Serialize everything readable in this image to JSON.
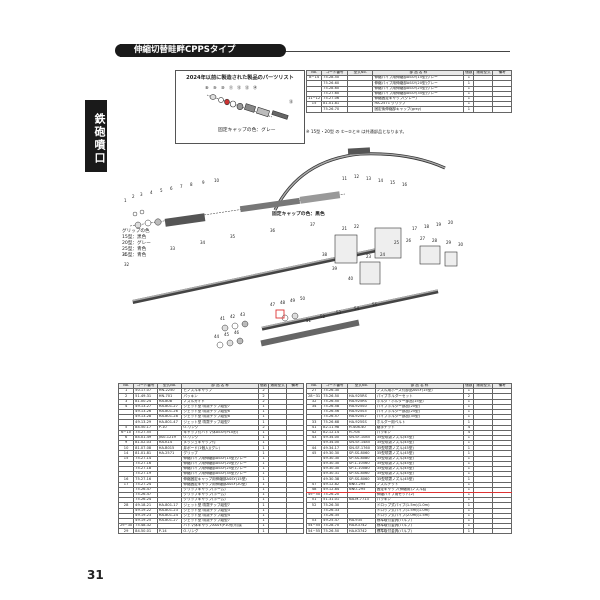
{
  "header": {
    "side_tab": "鉄砲噴口",
    "title": "伸縮切替畦畔CPPSタイプ",
    "page_number": "31"
  },
  "parts_box": {
    "title": "2024年以前に製造された製品のパーツリスト",
    "cap_note": "固定キャップの色：グレー"
  },
  "diagram": {
    "cap_note_main": "固定キャップの色：黒色",
    "grip_note": [
      "グリップの色",
      "15型：黒色",
      "20型：グレー",
      "25型：青色",
      "35型：青色"
    ],
    "callouts": [
      "1",
      "2",
      "3",
      "4",
      "5",
      "6",
      "7",
      "8",
      "9",
      "10",
      "11",
      "12",
      "13",
      "14",
      "15",
      "16",
      "17",
      "18",
      "19",
      "20",
      "21",
      "22",
      "23",
      "24",
      "25",
      "26",
      "27",
      "28",
      "29",
      "30",
      "31",
      "32",
      "33",
      "34",
      "35",
      "36",
      "37",
      "38",
      "39",
      "40",
      "41",
      "42",
      "43",
      "44",
      "45",
      "46",
      "47",
      "48",
      "49",
      "50",
      "51",
      "52",
      "53",
      "54",
      "55"
    ]
  },
  "table_headers": [
    "No.",
    "コード番号",
    "型式No.",
    "部 品 名 称",
    "個数",
    "適用型式",
    "備考"
  ],
  "top_table": {
    "rows": [
      [
        "8~14",
        "75.28.50",
        "",
        "伸縮パイプ用伸縮部ASSY(15型)グレー",
        "1",
        "",
        ""
      ],
      [
        "",
        "75.26.60",
        "",
        "伸縮パイプ用伸縮部ASSY(20型)グレー",
        "1",
        "",
        ""
      ],
      [
        "",
        "75.28.60",
        "",
        "伸縮パイプ用伸縮部ASSY(25型)グレー",
        "1",
        "",
        ""
      ],
      [
        "",
        "75.27.60",
        "",
        "伸縮パイプ用伸縮部ASSY(35型)グレー",
        "1",
        "",
        ""
      ],
      [
        "11~12",
        "75.27.06",
        "",
        "伸縮固定キャップ(グレー)",
        "1",
        "",
        ""
      ],
      [
        "15",
        "81.01.81",
        "",
        "HA-2571 グリップ",
        "1",
        "",
        ""
      ],
      [
        "",
        "75.26.70",
        "",
        "固定後伸縮部キャップ(grey)",
        "1",
        "",
        ""
      ]
    ],
    "footnote": "※ 15型・20型 の ①~②と④ は共通部品となります。"
  },
  "left_table": {
    "rows": [
      [
        "1",
        "50.17.07",
        "HN-2250",
        "ヒノズルキャップ",
        "2",
        "",
        ""
      ],
      [
        "2",
        "51.49.31",
        "HN-701",
        "パッキン",
        "2",
        "",
        ""
      ],
      [
        "3",
        "81.00.24",
        "HA-808",
        "ノズルガイド",
        "2",
        "",
        ""
      ],
      [
        "4",
        "49.13.27",
        "HA-801-27",
        "ジェット型 噴霧チップ組型7",
        "1",
        "",
        ""
      ],
      [
        "",
        "49.13.26",
        "HA-801-26",
        "ジェット型 噴霧チップ組型6",
        "1",
        "",
        ""
      ],
      [
        "",
        "49.13.28",
        "HA-801-28",
        "ジェット型 噴霧チップ組型8",
        "1",
        "",
        ""
      ],
      [
        "",
        "49.13.29",
        "HA-801-47",
        "ジェット型 噴霧チップ組型7",
        "1",
        "",
        ""
      ],
      [
        "5",
        "84.50.17",
        "P-10",
        "O-リング",
        "2",
        "",
        ""
      ],
      [
        "6~10",
        "75.27.55",
        "",
        "キャップ付ハトマ体ASSY(P10形)",
        "1",
        "",
        ""
      ],
      [
        "6",
        "84.01.49",
        "JIS0-1219",
        "O-リング",
        "1",
        "",
        ""
      ],
      [
        "9",
        "81.02.03",
        "HA-K14",
        "メッシュキャップ付",
        "1",
        "",
        ""
      ],
      [
        "10",
        "81.07.08",
        "HA-B015",
        "弁ボード(1個入)(グレ)",
        "1",
        "",
        ""
      ],
      [
        "14",
        "81.01.81",
        "HA-2571",
        "グリップ",
        "1",
        "",
        ""
      ],
      [
        "15",
        "75.27.14",
        "",
        "伸縮パイプ用伸縮部ASSY(15型)グレー",
        "1",
        "",
        ""
      ],
      [
        "",
        "75.27.16",
        "",
        "伸縮パイプ用伸縮部ASSY(20型)グレー",
        "1",
        "",
        ""
      ],
      [
        "",
        "75.27.18",
        "",
        "伸縮パイプ用伸縮部ASSY(25型)グレー",
        "1",
        "",
        ""
      ],
      [
        "",
        "75.27.19",
        "",
        "伸縮パイプ用伸縮部ASSY(35型)グレー",
        "1",
        "",
        ""
      ],
      [
        "16",
        "75.27.16",
        "",
        "伸縮固定キャップ用伸縮部ASSY(15型)",
        "1",
        "",
        ""
      ],
      [
        "17",
        "75.27.24",
        "",
        "伸縮固定キャップ用伸縮部ASSY(20型)",
        "1",
        "",
        ""
      ],
      [
        "",
        "75.26.47",
        "",
        "グリップキャップ(ホーム)",
        "1",
        "",
        ""
      ],
      [
        "",
        "75.26.47",
        "",
        "グリップキャップ(ホーム)",
        "1",
        "",
        ""
      ],
      [
        "",
        "75.26.24",
        "",
        "グリップキャップ(ホーム)",
        "1",
        "",
        ""
      ],
      [
        "28",
        "49.18.21",
        "HA-801-17",
        "ジェット型 噴霧チップ組型7",
        "1",
        "",
        ""
      ],
      [
        "",
        "49.19.22",
        "HA-801-23",
        "ジェット型 噴霧チップ組型3",
        "1",
        "",
        ""
      ],
      [
        "",
        "49.19.23",
        "HA-801-24",
        "ジェット型 噴霧チップ組型4",
        "1",
        "",
        ""
      ],
      [
        "",
        "49.19.25",
        "HA-801-27",
        "ジェット型 噴霧チップ組型7",
        "1",
        "",
        ""
      ],
      [
        "29~30",
        "75.48.32",
        "",
        "ハトマ体キャップASSY(P10形)付属",
        "1",
        "",
        ""
      ],
      [
        "29",
        "84.50.01",
        "P-14",
        "O-リング",
        "1",
        "",
        ""
      ]
    ]
  },
  "right_table": {
    "rows": [
      [
        "27",
        "75.26.30",
        "",
        "ノズル用ホース付部品ASSY(15型)",
        "1",
        "",
        ""
      ],
      [
        "28~31",
        "75.26.50",
        "HA-925RS",
        "パイプホルダーセット",
        "2",
        "",
        ""
      ],
      [
        "32",
        "75.26.50",
        "HA-925RS",
        "ホルダ・ホルダー部品(15型)",
        "1",
        "",
        ""
      ],
      [
        "34",
        "75.26.58",
        "HA-925S0",
        "パイプホルダー部品(20型)",
        "1",
        "",
        ""
      ],
      [
        "",
        "75.26.56",
        "HA-925S5",
        "パイプホルダー部品(25型)",
        "1",
        "",
        ""
      ],
      [
        "",
        "75.26.57",
        "HA-925S7",
        "パイプホルダー部品(35型)",
        "1",
        "",
        ""
      ],
      [
        "33",
        "75.26.68",
        "HA-925SS",
        "ホルダー用ベルト",
        "1",
        "",
        ""
      ],
      [
        "41",
        "82.11.98",
        "H-408-40",
        "継手ナット",
        "4",
        "",
        ""
      ],
      [
        "42",
        "82.12.14",
        "H-704",
        "パッキン",
        "4",
        "",
        ""
      ],
      [
        "43",
        "49.34.00",
        "SN-SF-1085",
        "35型噴霧ノズル(45型)",
        "1",
        "",
        ""
      ],
      [
        "",
        "49.34.00",
        "SN-SF-1485",
        "35型噴霧ノズル(45型)",
        "1",
        "",
        ""
      ],
      [
        "44",
        "49.34.17",
        "SN-SF-1760",
        "35型噴霧ノズル(45型)",
        "1",
        "",
        ""
      ],
      [
        "45",
        "49.30.30",
        "SP-SS-8060",
        "35型噴霧ノズル(45型)",
        "1",
        "",
        ""
      ],
      [
        "",
        "49.30.30",
        "SP-SS-8080",
        "35型噴霧ノズル(45型)",
        "1",
        "",
        ""
      ],
      [
        "",
        "49.30.30",
        "SP-1-10560",
        "35型噴霧ノズル(45型)",
        "1",
        "",
        ""
      ],
      [
        "",
        "49.30.30",
        "SP-1-10080",
        "35型噴霧ノズル(45型)",
        "1",
        "",
        ""
      ],
      [
        "",
        "49.30.31",
        "SP-SS-8060",
        "35型噴霧ノズル(45型)",
        "1",
        "",
        ""
      ],
      [
        "",
        "49.30.38",
        "SP-SS-8060",
        "35型噴霧ノズル(45型)",
        "1",
        "",
        ""
      ],
      [
        "47",
        "49.12.82",
        "NNO-295",
        "ノズルナット",
        "1",
        "",
        ""
      ],
      [
        "48",
        "49.12.84",
        "NNO-295",
        "固定キャップ(伸縮用)ノズル詰",
        "1",
        "",
        ""
      ],
      [
        "49~50",
        "75.26.20",
        "",
        "伸縮パイプ用セット(2)",
        "1",
        "",
        ""
      ],
      [
        "51",
        "51.31.01",
        "NA-M-7713",
        "パッキン",
        "1",
        "",
        ""
      ],
      [
        "52",
        "75.26.30",
        "",
        "ドロップ式パイプ(1.5m)(1.0m)",
        "1",
        "",
        ""
      ],
      [
        "",
        "75.26.33",
        "",
        "ドロップ式パイプ(1.5m)(1.0m)",
        "1",
        "",
        ""
      ],
      [
        "",
        "75.26.35",
        "",
        "ドロップ式パイプ(2.0m)(1.5m)",
        "1",
        "",
        ""
      ],
      [
        "53",
        "49.25.47",
        "HA-935",
        "標準取付金具(バルブ)",
        "1",
        "",
        ""
      ],
      [
        "54~55",
        "75.28.70",
        "HA-K3742",
        "標準取付金具(バルブ)",
        "1",
        "",
        ""
      ],
      [
        "54~55",
        "75.26.50",
        "HA-K3742",
        "標準取付金具(バルブ)",
        "1",
        "",
        ""
      ]
    ],
    "highlight_row": 19
  }
}
